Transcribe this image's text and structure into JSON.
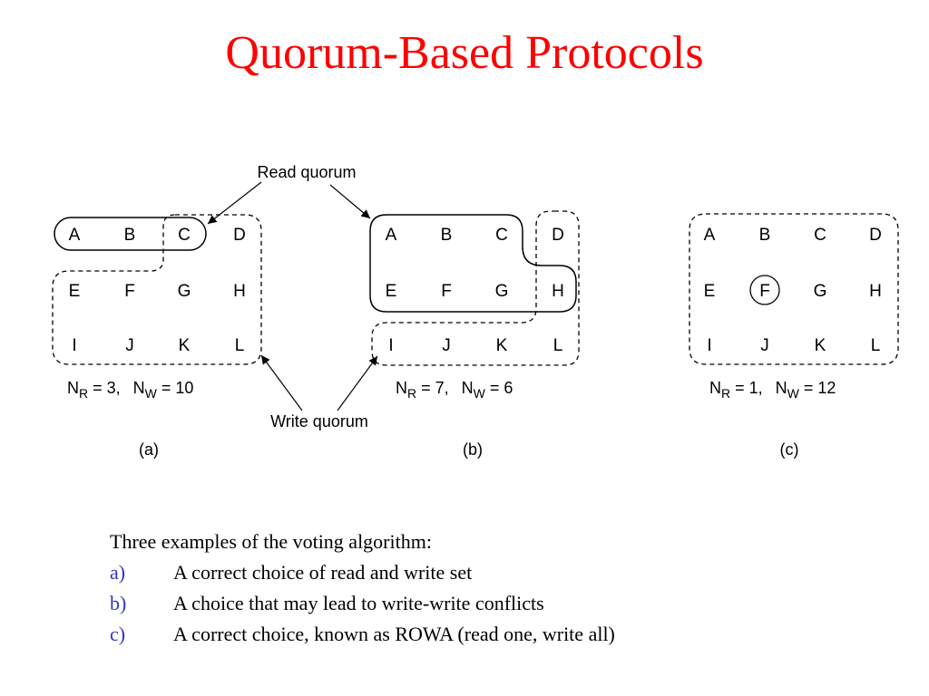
{
  "slide": {
    "title": "Quorum-Based Protocols"
  },
  "diagram": {
    "read_quorum_label": "Read quorum",
    "write_quorum_label": "Write quorum",
    "node_labels": [
      "A",
      "B",
      "C",
      "D",
      "E",
      "F",
      "G",
      "H",
      "I",
      "J",
      "K",
      "L"
    ],
    "panels": [
      {
        "nr_prefix": "N",
        "nr_sub": "R",
        "nr_value": " = 3,",
        "nw_prefix": "N",
        "nw_sub": "W",
        "nw_value": " = 10",
        "caption": "(a)"
      },
      {
        "nr_prefix": "N",
        "nr_sub": "R",
        "nr_value": " = 7,",
        "nw_prefix": "N",
        "nw_sub": "W",
        "nw_value": " = 6",
        "caption": "(b)"
      },
      {
        "nr_prefix": "N",
        "nr_sub": "R",
        "nr_value": " = 1,",
        "nw_prefix": "N",
        "nw_sub": "W",
        "nw_value": " = 12",
        "caption": "(c)"
      }
    ]
  },
  "text": {
    "intro": "Three examples of the voting algorithm:",
    "items": [
      {
        "marker": "a)",
        "text": "A correct choice of read and write set"
      },
      {
        "marker": "b)",
        "text": "A choice that may lead to write-write conflicts"
      },
      {
        "marker": "c)",
        "text": "A correct choice, known as ROWA (read one, write all)"
      }
    ]
  }
}
